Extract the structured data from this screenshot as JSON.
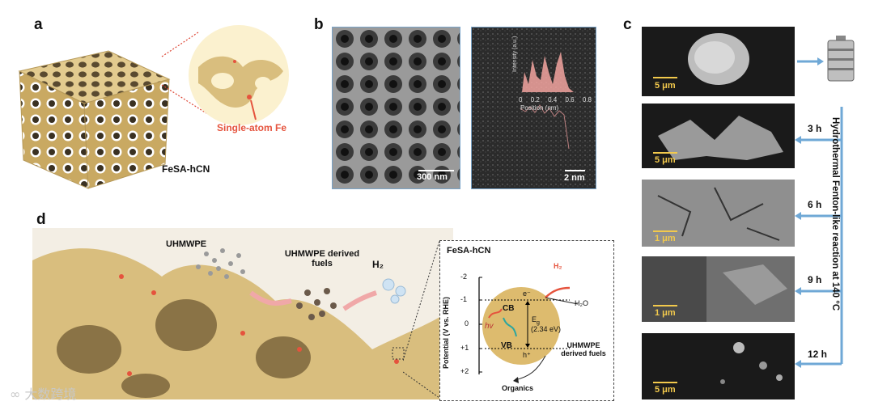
{
  "panels": {
    "a": "a",
    "b": "b",
    "c": "c",
    "d": "d"
  },
  "panel_a": {
    "annotation": "Single-atom Fe",
    "material": "FeSA-hCN"
  },
  "panel_b": {
    "scale_left": "300 nm",
    "scale_right": "2 nm",
    "inset_ylabel": "Intensity (a.u.)",
    "inset_xlabel": "Position (nm)",
    "inset_ticks": [
      "0",
      "0.2",
      "0.4",
      "0.6",
      "0.8"
    ]
  },
  "panel_c": {
    "process": "Hydrothermal Fenton-like reaction at 140 °C",
    "scale_labels": [
      "5 μm",
      "5 μm",
      "1 μm",
      "1 μm",
      "5 μm"
    ],
    "times": [
      "3 h",
      "6 h",
      "9 h",
      "12 h"
    ]
  },
  "panel_d": {
    "uhmwpe": "UHMWPE",
    "derived_fuels": "UHMWPE derived fuels",
    "h2": "H₂",
    "inset_title": "FeSA-hCN",
    "ylabel": "Potential (V vs. RHE)",
    "yticks": [
      "-2",
      "-1",
      "0",
      "+1",
      "+2"
    ],
    "cb": "CB",
    "vb": "VB",
    "hv": "hv",
    "e_minus": "e⁻",
    "h_plus": "h⁺",
    "eg": "E",
    "eg_sub": "g",
    "eg_value": "(2.34 eV)",
    "h2_small": "H₂",
    "h2o": "H₂O",
    "inset_fuels": "UHMWPE derived fuels",
    "organics": "Organics"
  },
  "watermark": "大数跨境",
  "colors": {
    "accent_red": "#e5533d",
    "arrow_blue": "#6fa8d6",
    "scale_yellow": "#f2c94c",
    "framework": "#d9be7e"
  }
}
